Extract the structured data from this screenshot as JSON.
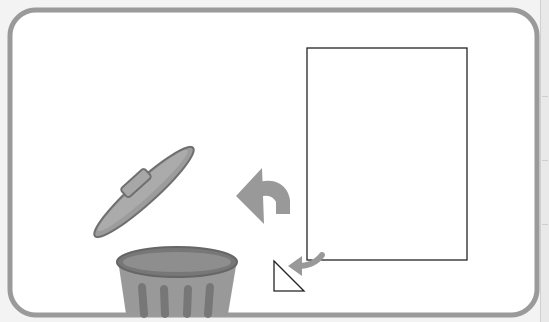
{
  "scene": {
    "title": "",
    "caption": ""
  },
  "icons": {
    "frame": "rounded-frame",
    "document": "blank-page-outline",
    "page_corner": "page-corner-triangle",
    "corner_arrow": "small-curved-arrow-icon",
    "undo_arrow": "undo-arrow-icon",
    "trash_lid": "trash-can-lid",
    "trash_can": "trash-can-icon"
  },
  "colors": {
    "background": "#f3f3f3",
    "frame_fill": "#ffffff",
    "frame_border": "#9a9a9a",
    "icon_gray": "#999999",
    "icon_dark": "#6f6f6f",
    "outline": "#222222"
  }
}
